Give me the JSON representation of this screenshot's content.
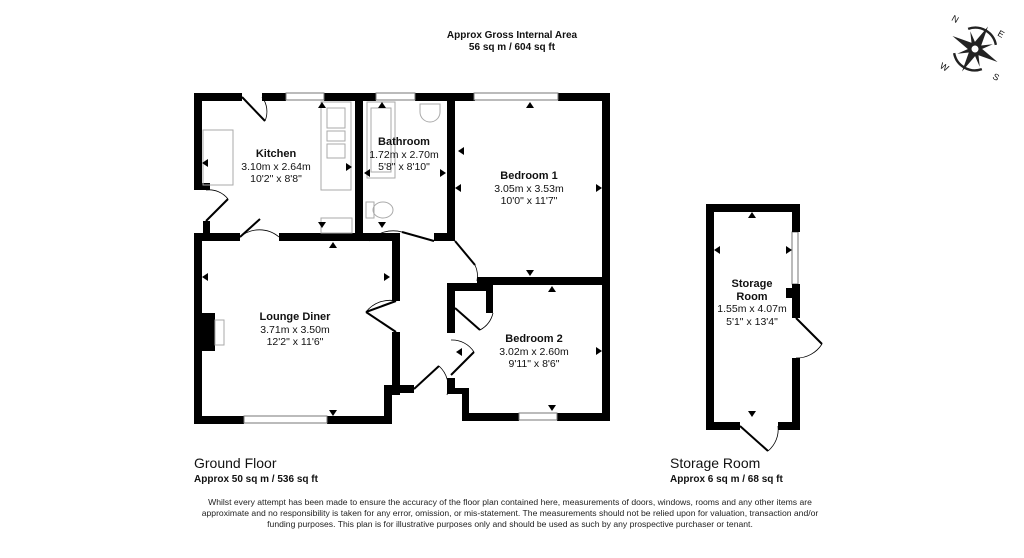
{
  "header": {
    "title": "Approx Gross Internal Area",
    "area": "56 sq m / 604 sq ft"
  },
  "compass": {
    "icon": "compass-rose-icon",
    "labels": {
      "n": "N",
      "e": "E",
      "s": "S",
      "w": "W"
    }
  },
  "rooms": [
    {
      "name": "Kitchen",
      "metric": "3.10m x 2.64m",
      "imperial": "10'2\" x 8'8\""
    },
    {
      "name": "Bathroom",
      "metric": "1.72m x 2.70m",
      "imperial": "5'8\" x 8'10\""
    },
    {
      "name": "Bedroom 1",
      "metric": "3.05m x 3.53m",
      "imperial": "10'0\" x 11'7\""
    },
    {
      "name": "Lounge Diner",
      "metric": "3.71m x 3.50m",
      "imperial": "12'2\" x 11'6\""
    },
    {
      "name": "Bedroom 2",
      "metric": "3.02m x 2.60m",
      "imperial": "9'11\" x 8'6\""
    },
    {
      "name": "Storage Room",
      "name_line1": "Storage",
      "name_line2": "Room",
      "metric": "1.55m x 4.07m",
      "imperial": "5'1\" x 13'4\""
    }
  ],
  "floors": [
    {
      "title": "Ground Floor",
      "area": "Approx 50 sq m / 536 sq ft"
    },
    {
      "title": "Storage Room",
      "area": "Approx 6 sq m / 68 sq ft"
    }
  ],
  "disclaimer": "Whilst every attempt has been made to ensure the accuracy of the floor plan contained here, measurements of doors, windows, rooms and any other items are approximate and no responsibility is taken for any error, omission, or mis-statement. The measurements should not be relied upon for valuation, transaction and/or funding purposes. This plan is for illustrative purposes only and should be used as such by any prospective purchaser or tenant.",
  "colors": {
    "wall": "#000000",
    "fixture": "#bbbbbb",
    "background": "#ffffff"
  }
}
